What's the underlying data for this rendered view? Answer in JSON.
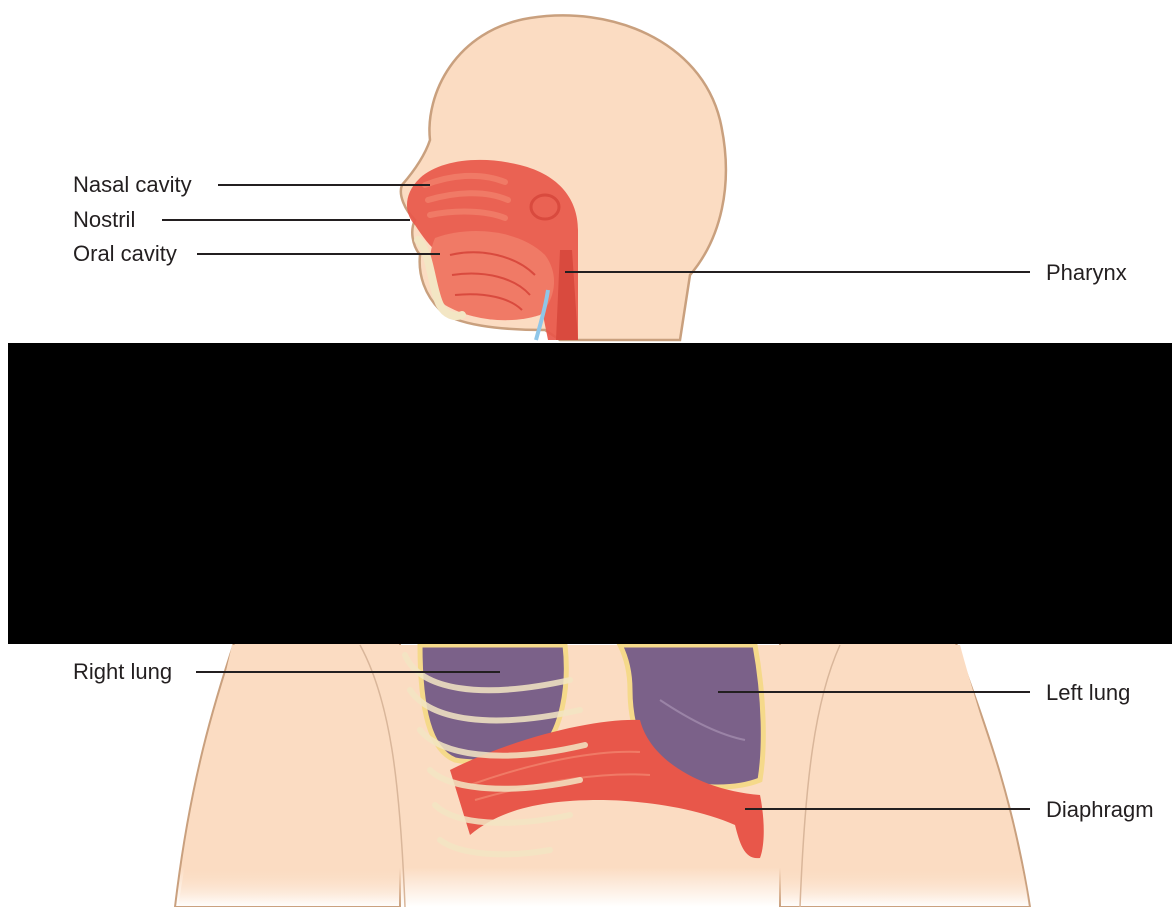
{
  "labels": {
    "nasal_cavity": "Nasal cavity",
    "nostril": "Nostril",
    "oral_cavity": "Oral cavity",
    "pharynx": "Pharynx",
    "right_lung": "Right lung",
    "left_lung": "Left lung",
    "diaphragm": "Diaphragm"
  },
  "colors": {
    "skin": "#fbdcc2",
    "skin_outline": "#c9a07e",
    "tissue": "#e8574a",
    "tissue_light": "#f07a66",
    "lung": "#7b6189",
    "pleura": "#f5d98a",
    "bone": "#f3e6c4",
    "redaction": "#000000",
    "leader_line": "#231f20"
  },
  "icons": [
    "head-illustration",
    "torso-illustration",
    "lungs-illustration",
    "diaphragm-illustration",
    "ribcage-illustration"
  ]
}
